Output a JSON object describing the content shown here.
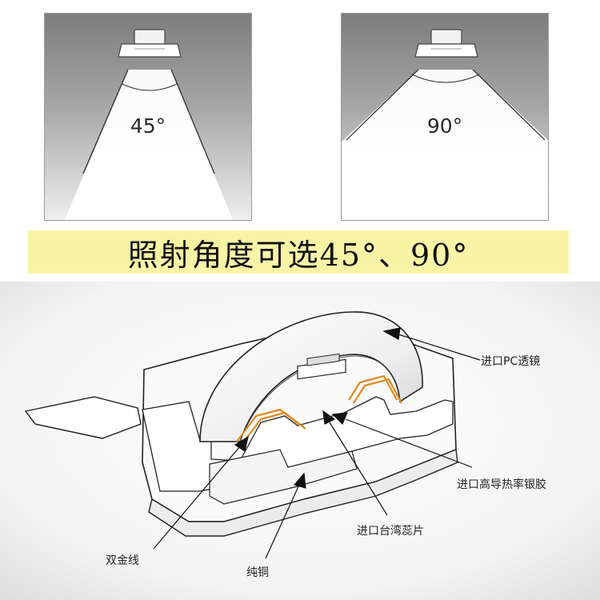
{
  "beam_angles": {
    "narrow": {
      "label": "45°"
    },
    "wide": {
      "label": "90°"
    }
  },
  "banner": {
    "text": "照射角度可选45°、90°"
  },
  "cross_section": {
    "callouts": {
      "lens": "进口PC透镜",
      "silver_glue": "进口高导热率银胶",
      "chip": "进口台湾蕊片",
      "gold_wire": "双金线",
      "copper": "纯铜"
    }
  },
  "colors": {
    "banner_bg": "#f8f4a6",
    "gold_wire": "#e08a1e",
    "panel_dark": "#7d7d7d"
  }
}
